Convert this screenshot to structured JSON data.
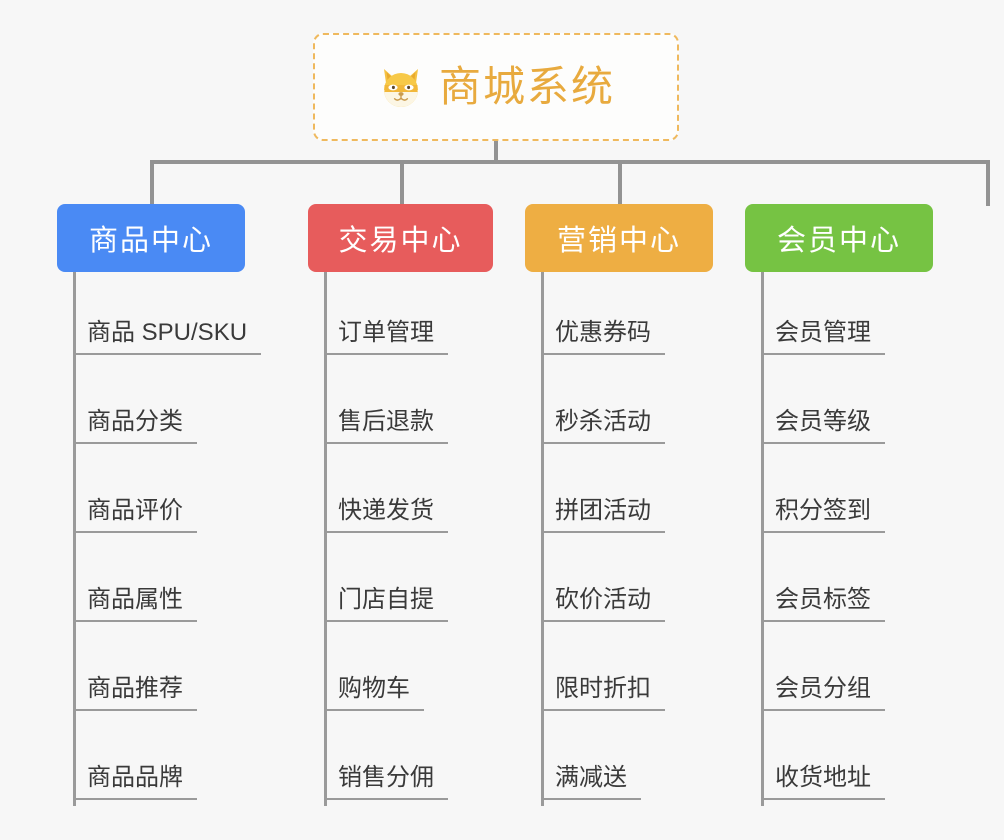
{
  "background_color": "#f7f7f7",
  "root": {
    "icon": "shiba-dog-face-icon",
    "title": "商城系统",
    "text_color": "#e8aa3e",
    "border_color": "#efb95e",
    "background_color": "#fdfdfc"
  },
  "connector_color": "#939393",
  "leaf_text_color": "#3a3a3a",
  "leaf_rule_color": "#9a9a9a",
  "categories": [
    {
      "label": "商品中心",
      "color": "#4a8af4",
      "items": [
        "商品 SPU/SKU",
        "商品分类",
        "商品评价",
        "商品属性",
        "商品推荐",
        "商品品牌"
      ]
    },
    {
      "label": "交易中心",
      "color": "#e75c5c",
      "items": [
        "订单管理",
        "售后退款",
        "快递发货",
        "门店自提",
        "购物车",
        "销售分佣"
      ]
    },
    {
      "label": "营销中心",
      "color": "#eeae43",
      "items": [
        "优惠券码",
        "秒杀活动",
        "拼团活动",
        "砍价活动",
        "限时折扣",
        "满减送"
      ]
    },
    {
      "label": "会员中心",
      "color": "#76c343",
      "items": [
        "会员管理",
        "会员等级",
        "积分签到",
        "会员标签",
        "会员分组",
        "收货地址"
      ]
    }
  ]
}
